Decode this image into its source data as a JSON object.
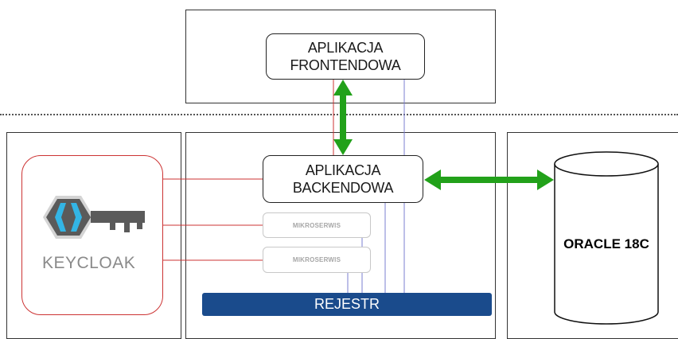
{
  "frontend": {
    "line1": "APLIKACJA",
    "line2": "FRONTENDOWA"
  },
  "backend": {
    "line1": "APLIKACJA",
    "line2": "BACKENDOWA"
  },
  "microservices": [
    {
      "label": "MIKROSERWIS"
    },
    {
      "label": "MIKROSERWIS"
    }
  ],
  "registry": {
    "label": "REJESTR"
  },
  "identity": {
    "name": "KEYCLOAK",
    "icon": "keycloak-logo-icon"
  },
  "database": {
    "label": "ORACLE 18C"
  },
  "colors": {
    "arrow": "#22a11a",
    "registry": "#1a4b8c",
    "red_link": "#cc3333",
    "blue_link": "#7b7fd0"
  }
}
